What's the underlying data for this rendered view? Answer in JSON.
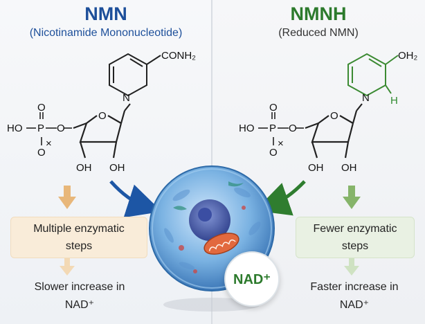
{
  "left": {
    "title": "NMN",
    "subtitle": "(Nicotinamide Mononucleotide)",
    "substituent": "CONH₂",
    "step_box": "Multiple enzymatic steps",
    "outcome": "Slower increase in NAD⁺"
  },
  "right": {
    "title": "NMNH",
    "subtitle": "(Reduced NMN)",
    "substituent": "OH₂",
    "ring_h": "H",
    "step_box": "Fewer enzymatic steps",
    "outcome": "Faster increase in NAD⁺"
  },
  "molecule": {
    "ho": "HO",
    "p": "P",
    "o": "O",
    "oh": "OH",
    "n": "N",
    "x": "×"
  },
  "cell": {
    "label": "NAD⁺"
  },
  "colors": {
    "nmn": "#1d4f9a",
    "nmnh": "#2c7a2c",
    "left_box": "#f9ecd9",
    "right_box": "#e9f1e3",
    "left_arrow": "#e8b77a",
    "right_arrow": "#86b46a"
  }
}
